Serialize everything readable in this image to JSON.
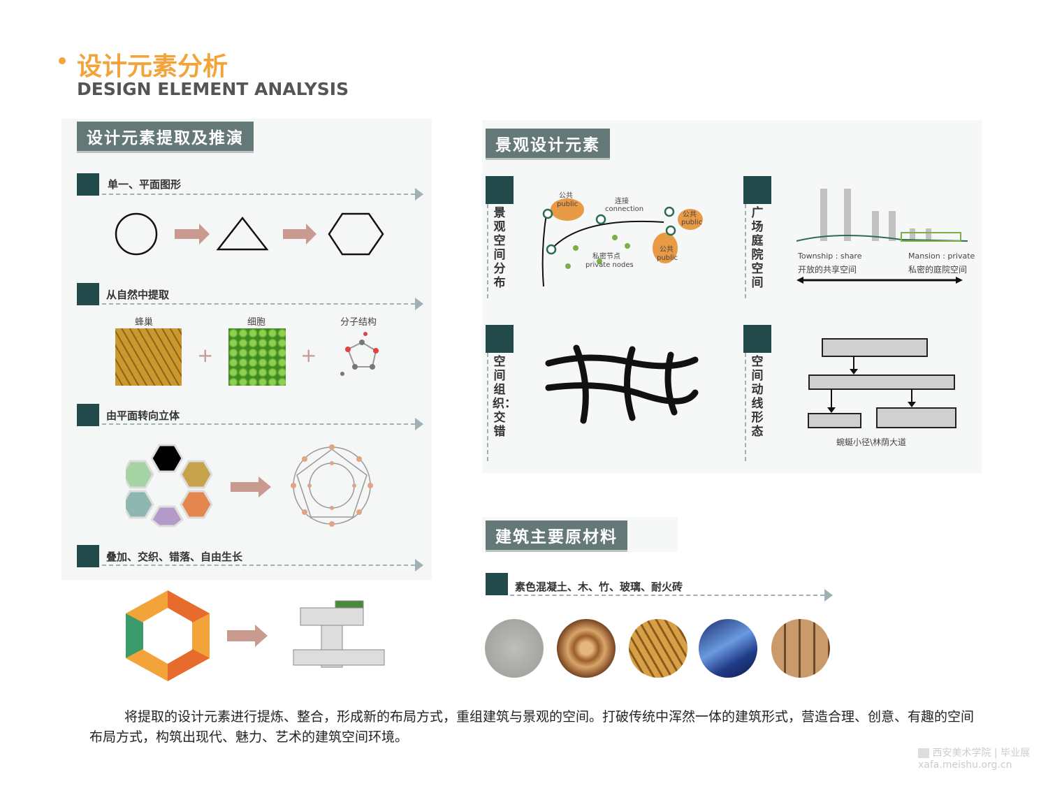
{
  "header": {
    "title_cn": "设计元素分析",
    "title_en": "DESIGN ELEMENT ANALYSIS"
  },
  "left": {
    "title": "设计元素提取及推演",
    "sections": [
      {
        "label": "单一、平面图形"
      },
      {
        "label": "从自然中提取",
        "items": [
          "蜂巢",
          "细胞",
          "分子结构"
        ]
      },
      {
        "label": "由平面转向立体"
      },
      {
        "label": "叠加、交织、错落、自由生长"
      }
    ]
  },
  "landscape": {
    "title": "景观设计元素",
    "blocks": [
      {
        "label": "景观空间分布",
        "texts": [
          "公共",
          "public",
          "连接",
          "connection",
          "公共",
          "public",
          "私密节点",
          "private nodes",
          "公共",
          "public"
        ]
      },
      {
        "label": "广场庭院空间",
        "texts": [
          "Township : share",
          "开放的共享空间",
          "Mansion : private",
          "私密的庭院空间"
        ]
      },
      {
        "label": "空间组织：交错"
      },
      {
        "label": "空间动线形态",
        "texts": [
          "蜿蜒小径\\林荫大道"
        ]
      }
    ]
  },
  "materials": {
    "title": "建筑主要原材料",
    "label": "素色混凝土、木、竹、玻璃、耐火砖",
    "colors": [
      "#a9a9a6",
      "#b5773f",
      "#c58a3c",
      "#3a5ea8",
      "#b98a5c"
    ]
  },
  "paragraph": "将提取的设计元素进行提炼、整合，形成新的布局方式，重组建筑与景观的空间。打破传统中浑然一体的建筑形式，营造合理、创意、有趣的空间布局方式，构筑出现代、魅力、艺术的建筑空间环境。",
  "watermark": {
    "school": "西安美术学院",
    "event": "毕业展",
    "url": "xafa.meishu.org.cn"
  }
}
